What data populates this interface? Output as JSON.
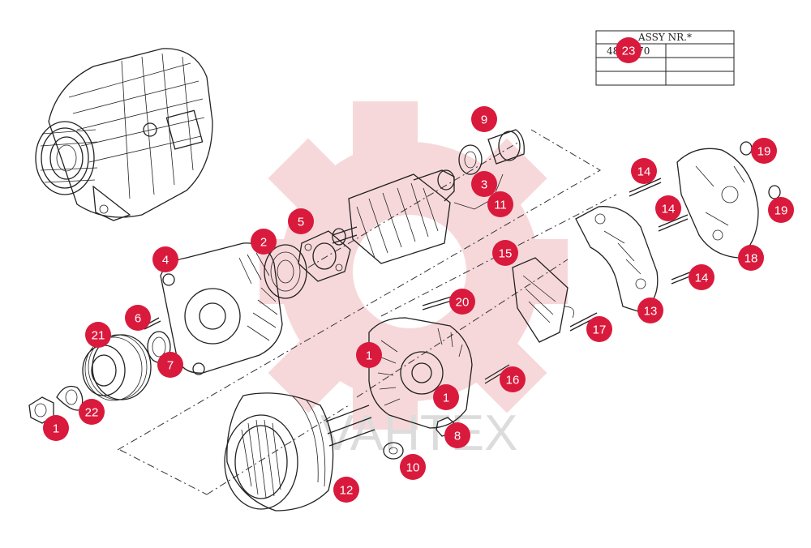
{
  "assembly_table": {
    "header": "ASSY NR.*",
    "rows": [
      [
        "4892370",
        ""
      ],
      [
        "",
        ""
      ],
      [
        "",
        ""
      ]
    ]
  },
  "watermark": {
    "text": "VAHTEX"
  },
  "colors": {
    "callout": "#d91a3c",
    "watermark_gear": "#f7d4d6",
    "line": "#222222"
  },
  "callouts": [
    {
      "id": "c1a",
      "label": "1"
    },
    {
      "id": "c1b",
      "label": "1"
    },
    {
      "id": "c1c",
      "label": "1"
    },
    {
      "id": "c2",
      "label": "2"
    },
    {
      "id": "c3",
      "label": "3"
    },
    {
      "id": "c4",
      "label": "4"
    },
    {
      "id": "c5",
      "label": "5"
    },
    {
      "id": "c6",
      "label": "6"
    },
    {
      "id": "c7",
      "label": "7"
    },
    {
      "id": "c8",
      "label": "8"
    },
    {
      "id": "c9",
      "label": "9"
    },
    {
      "id": "c10",
      "label": "10"
    },
    {
      "id": "c11",
      "label": "11"
    },
    {
      "id": "c12",
      "label": "12"
    },
    {
      "id": "c13",
      "label": "13"
    },
    {
      "id": "c14a",
      "label": "14"
    },
    {
      "id": "c14b",
      "label": "14"
    },
    {
      "id": "c14c",
      "label": "14"
    },
    {
      "id": "c15",
      "label": "15"
    },
    {
      "id": "c16",
      "label": "16"
    },
    {
      "id": "c17",
      "label": "17"
    },
    {
      "id": "c18",
      "label": "18"
    },
    {
      "id": "c19a",
      "label": "19"
    },
    {
      "id": "c19b",
      "label": "19"
    },
    {
      "id": "c20",
      "label": "20"
    },
    {
      "id": "c21",
      "label": "21"
    },
    {
      "id": "c22",
      "label": "22"
    },
    {
      "id": "c23",
      "label": "23"
    }
  ]
}
